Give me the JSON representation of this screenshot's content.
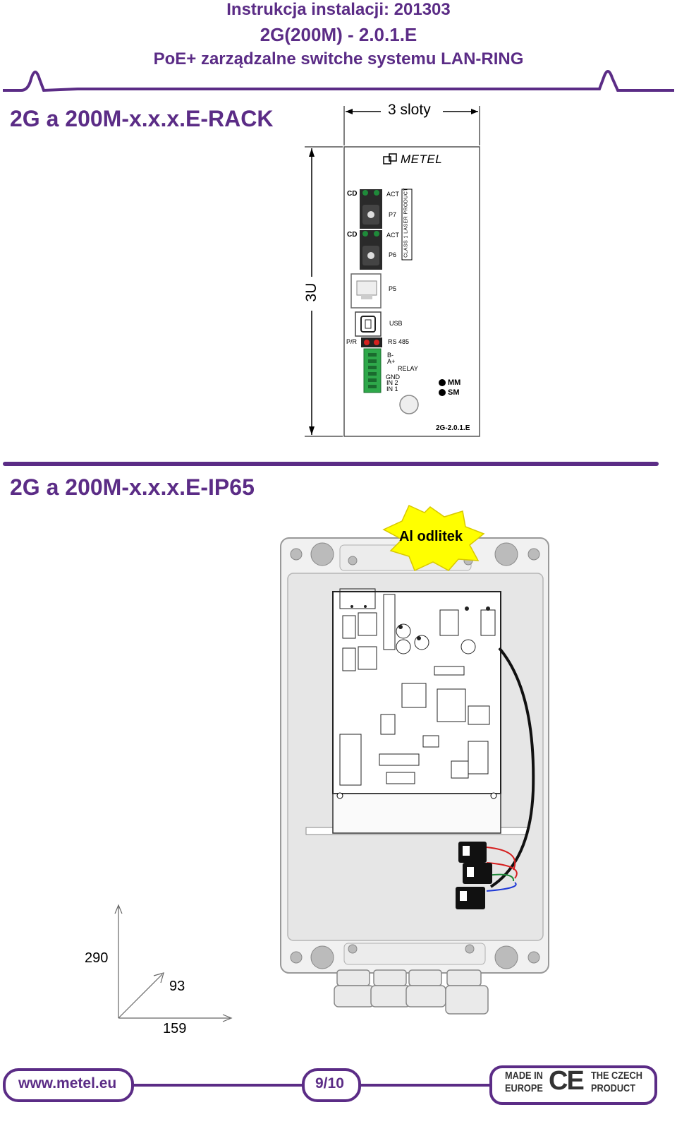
{
  "header": {
    "line1": "Instrukcja instalacji: 201303",
    "line2": "2G(200M) - 2.0.1.E",
    "line3": "PoE+ zarządzalne switche systemu LAN-RING"
  },
  "section_rack": {
    "title": "2G a 200M-x.x.x.E-RACK",
    "width_label": "3 sloty",
    "height_label": "3U",
    "brand": "METEL",
    "ports": {
      "cd1": "CD",
      "act1": "ACT",
      "p7": "P7",
      "cd2": "CD",
      "act2": "ACT",
      "p6": "P6",
      "laser": "CLASS 1 LASER PRODUCT",
      "p5": "P5",
      "usb": "USB",
      "pr": "P/R",
      "rs485": "RS 485",
      "bminus": "B-",
      "aplus": "A+",
      "relay": "RELAY",
      "gnd": "GND",
      "in2": "IN 2",
      "in1": "IN 1",
      "mm": "MM",
      "sm": "SM",
      "model": "2G-2.0.1.E"
    }
  },
  "section_ip65": {
    "title": "2G a 200M-x.x.x.E-IP65",
    "badge": "Al odlitek",
    "dim_height": "290",
    "dim_depth": "93",
    "dim_width": "159"
  },
  "footer": {
    "website": "www.metel.eu",
    "page": "9/10",
    "made_in": "MADE IN",
    "europe": "EUROPE",
    "ce": "CE",
    "czech1": "THE CZECH",
    "czech2": "PRODUCT"
  },
  "colors": {
    "brand_purple": "#5b2c86",
    "badge_yellow": "#ffff00",
    "led_green": "#1f8a3a",
    "led_red": "#d61f1f",
    "terminal_green": "#2ea84a"
  }
}
